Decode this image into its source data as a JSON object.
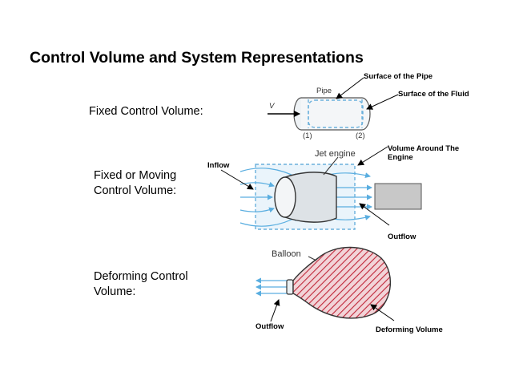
{
  "title": "Control Volume and System Representations",
  "sections": [
    {
      "label": "Fixed Control Volume:"
    },
    {
      "label_line1": "Fixed or Moving",
      "label_line2": "Control Volume:"
    },
    {
      "label_line1": "Deforming Control",
      "label_line2": "Volume:"
    }
  ],
  "annotations": {
    "surface_pipe": "Surface of the Pipe",
    "surface_fluid": "Surface of the Fluid",
    "inflow": "Inflow",
    "volume_around_line1": "Volume Around The",
    "volume_around_line2": "Engine",
    "outflow_engine": "Outflow",
    "outflow_balloon": "Outflow",
    "deforming_volume": "Deforming Volume"
  },
  "figure_text": {
    "pipe": "Pipe",
    "v": "V",
    "station1": "(1)",
    "station2": "(2)",
    "jet_engine": "Jet engine",
    "balloon": "Balloon"
  },
  "colors": {
    "cv_dash": "#6ab0dc",
    "flow_arrow": "#5aaee0",
    "hatch": "#c0283a"
  }
}
